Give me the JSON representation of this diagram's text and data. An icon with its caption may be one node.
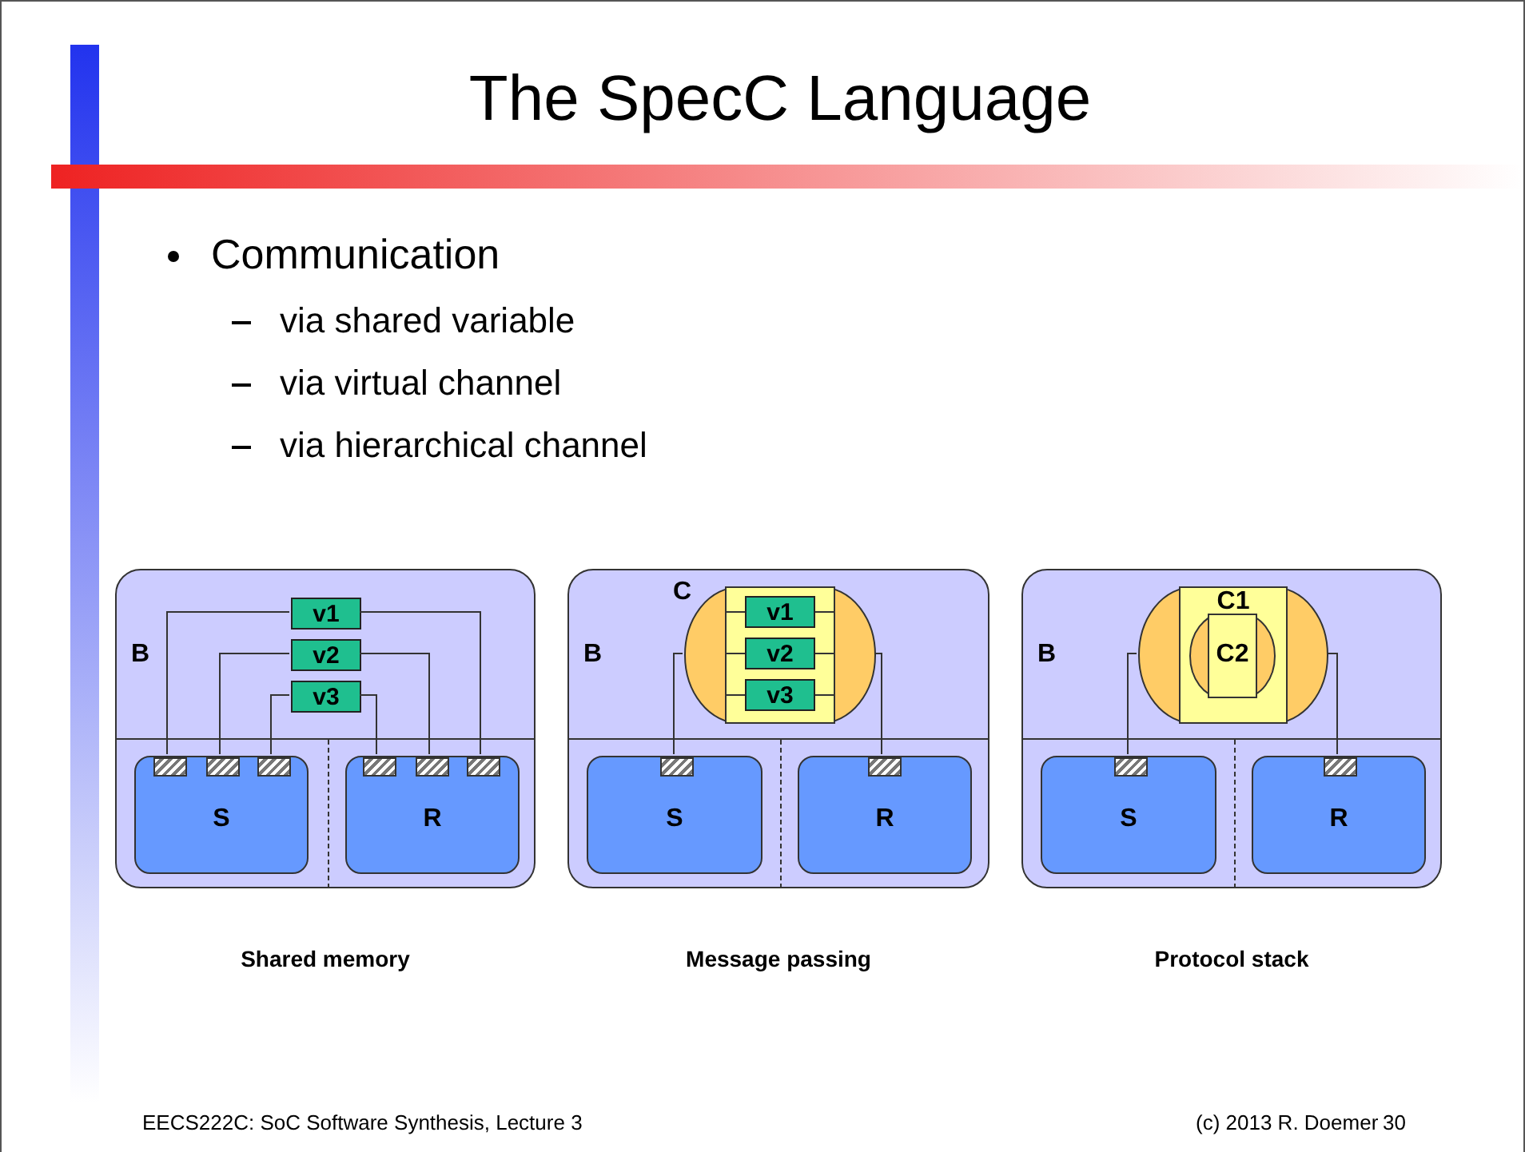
{
  "diagram": {
    "title": "The SpecC Language",
    "nodes": [
      {
        "text": [
          "B"
        ],
        "beside": [
          "Shared memory"
        ]
      },
      {
        "text": [
          "S"
        ],
        "in": 0
      },
      {
        "text": [
          "R"
        ],
        "in": 0
      },
      {
        "text": [
          "v1"
        ],
        "in": 0
      },
      {
        "text": [
          "v2"
        ],
        "in": 0
      },
      {
        "text": [
          "v3"
        ],
        "in": 0
      },
      {
        "text": [],
        "shape": "box",
        "in": 1
      },
      {
        "text": [],
        "shape": "box",
        "in": 1
      },
      {
        "text": [],
        "shape": "box",
        "in": 1
      },
      {
        "text": [],
        "shape": "box",
        "in": 2
      },
      {
        "text": [],
        "shape": "box",
        "in": 2
      },
      {
        "text": [],
        "shape": "box",
        "in": 2
      },
      {
        "text": [
          "B"
        ],
        "beside": [
          "Message passing"
        ]
      },
      {
        "text": [
          "C"
        ],
        "in": 12
      },
      {
        "text": [
          "v1"
        ],
        "in": 13
      },
      {
        "text": [
          "v2"
        ],
        "in": 13
      },
      {
        "text": [
          "v3"
        ],
        "in": 13
      },
      {
        "text": [
          "S"
        ],
        "in": 12
      },
      {
        "text": [
          "R"
        ],
        "in": 12
      },
      {
        "text": [],
        "shape": "box",
        "in": 17
      },
      {
        "text": [],
        "shape": "box",
        "in": 18
      },
      {
        "text": [
          "B"
        ],
        "beside": [
          "Protocol stack"
        ]
      },
      {
        "text": [
          "C1"
        ],
        "in": 21
      },
      {
        "text": [
          "C2"
        ],
        "in": 22
      },
      {
        "text": [
          "S"
        ],
        "in": 21
      },
      {
        "text": [
          "R"
        ],
        "in": 21
      },
      {
        "text": [],
        "shape": "box",
        "in": 24
      },
      {
        "text": [],
        "shape": "box",
        "in": 25
      }
    ],
    "edges": [
      {
        "from": 3,
        "to": 6,
        "arrow": "none"
      },
      {
        "from": 3,
        "to": 11,
        "arrow": "none"
      },
      {
        "from": 4,
        "to": 7,
        "arrow": "none"
      },
      {
        "from": 4,
        "to": 10,
        "arrow": "none"
      },
      {
        "from": 5,
        "to": 8,
        "arrow": "none"
      },
      {
        "from": 5,
        "to": 9,
        "arrow": "none"
      },
      {
        "from": 13,
        "to": 19,
        "arrow": "none"
      },
      {
        "from": 13,
        "to": 20,
        "arrow": "none"
      },
      {
        "from": 22,
        "to": 26,
        "arrow": "none"
      },
      {
        "from": 22,
        "to": 27,
        "arrow": "none"
      }
    ],
    "labels": [
      "Communication",
      "via shared variable",
      "via virtual channel",
      "via hierarchical channel",
      "EECS222C: SoC Software Synthesis, Lecture 3",
      "(c) 2013 R. Doemer",
      "30"
    ]
  }
}
